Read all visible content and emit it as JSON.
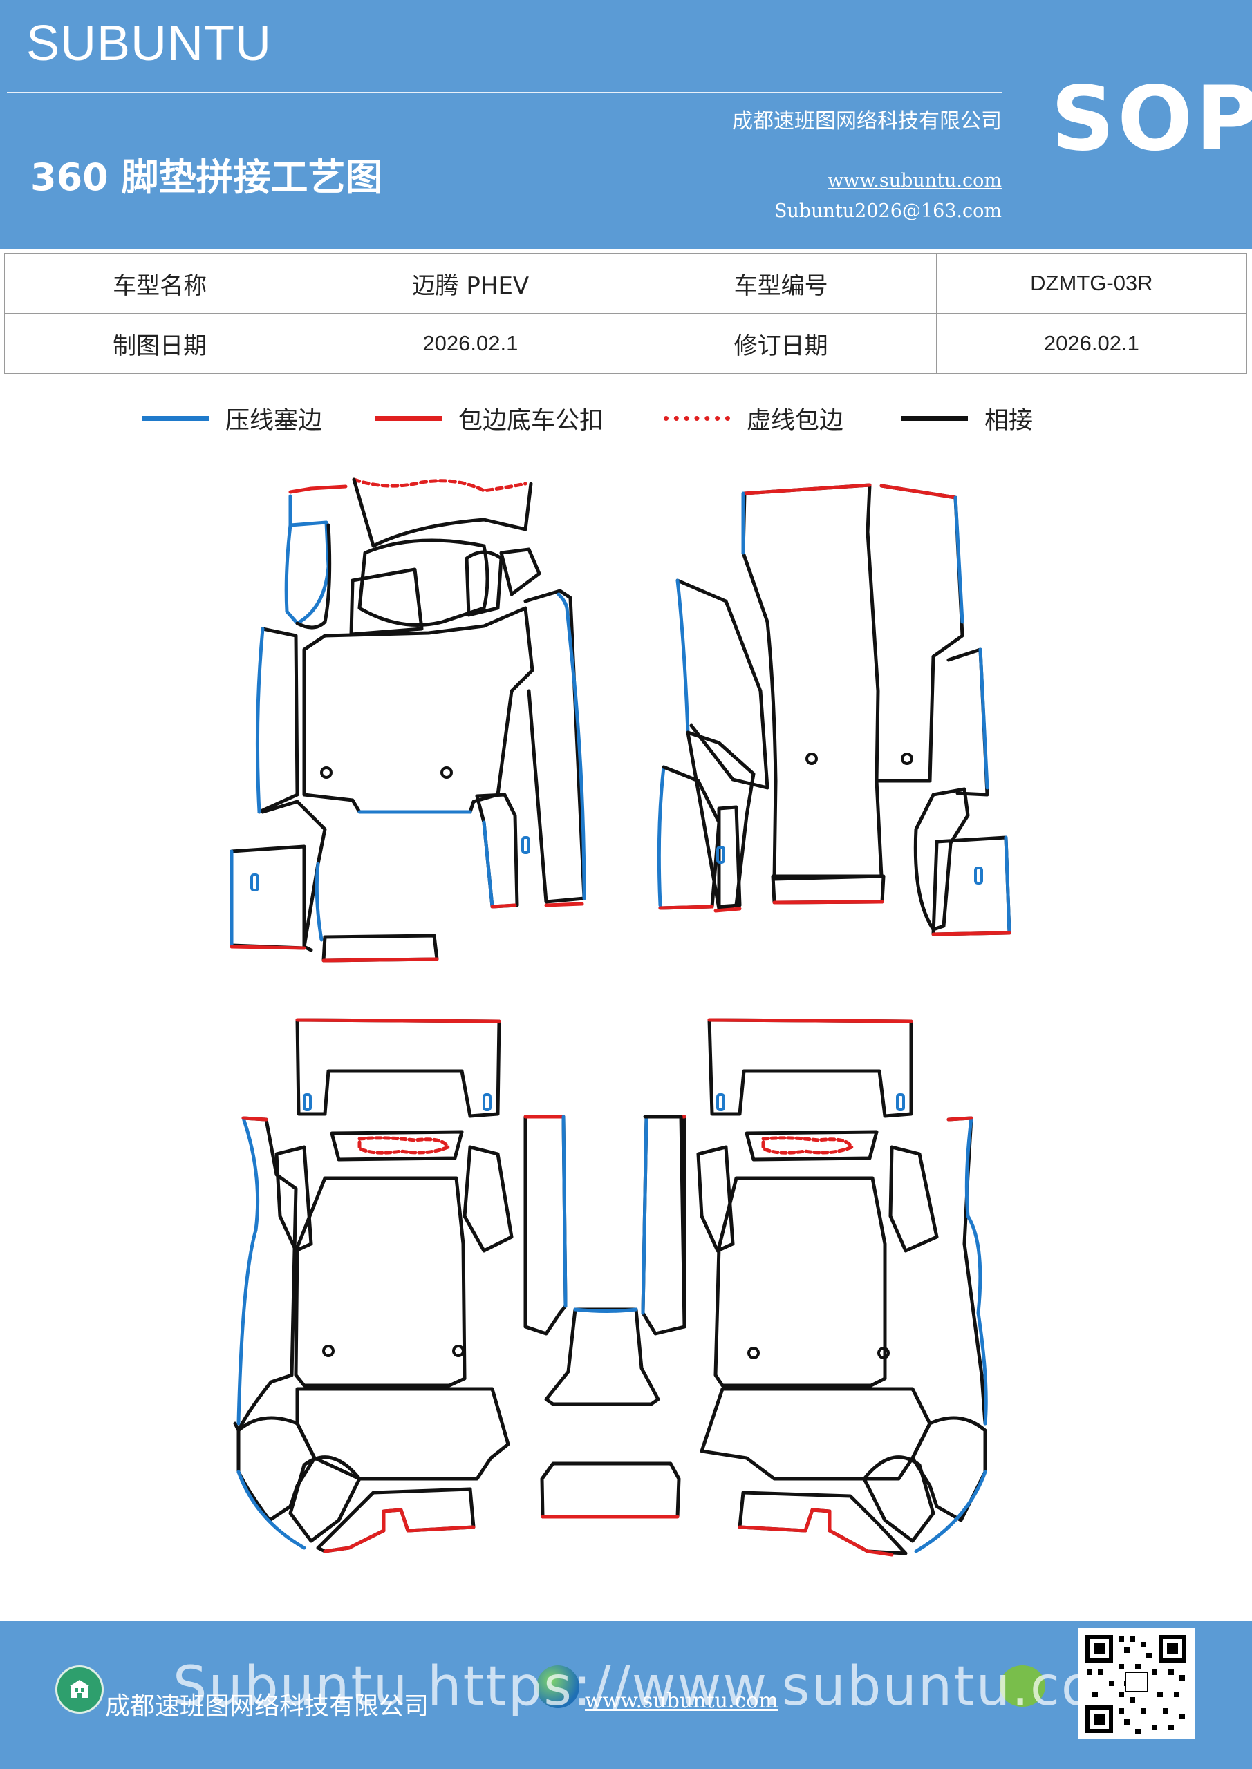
{
  "header": {
    "brand": "SUBUNTU",
    "title": "360 脚垫拼接工艺图",
    "company": "成都速班图网络科技有限公司",
    "website": "www.subuntu.com",
    "email": "Subuntu2026@163.com",
    "badge": "SOP"
  },
  "info_table": {
    "model_name_label": "车型名称",
    "model_name_value": "迈腾  PHEV",
    "model_code_label": "车型编号",
    "model_code_value": "DZMTG-03R",
    "draw_date_label": "制图日期",
    "draw_date_value": "2026.02.1",
    "revise_date_label": "修订日期",
    "revise_date_value": "2026.02.1"
  },
  "legend": [
    {
      "label": "压线塞边",
      "color": "#1f7acb",
      "style": "solid"
    },
    {
      "label": "包边底车公扣",
      "color": "#e02020",
      "style": "solid"
    },
    {
      "label": "虚线包边",
      "color": "#e02020",
      "style": "dotted"
    },
    {
      "label": "相接",
      "color": "#111111",
      "style": "solid"
    }
  ],
  "colors": {
    "header_bg": "#5b9bd5",
    "press_line": "#1f7acb",
    "edge_line": "#e02020",
    "joint_line": "#111111"
  },
  "footer": {
    "company": "成都速班图网络科技有限公司",
    "website": "www.subuntu.com",
    "overlay": "Subuntu  https://www.subuntu.com",
    "icons": [
      "building-icon",
      "globe-icon",
      "wechat-icon",
      "qr-code"
    ]
  }
}
